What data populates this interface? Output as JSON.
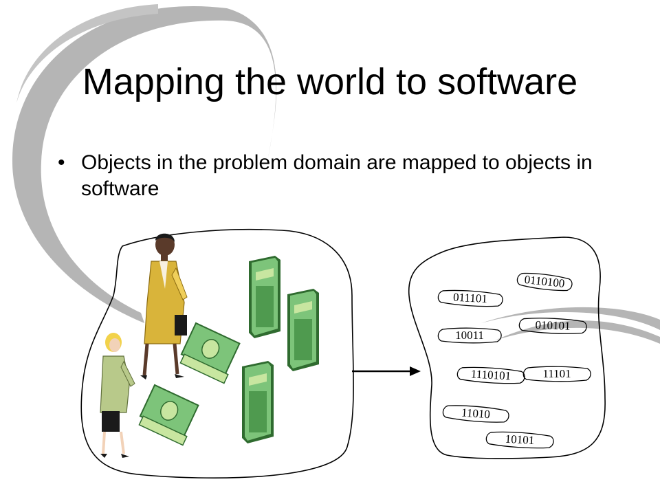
{
  "slide": {
    "title": "Mapping the world to software",
    "bullets": [
      "Objects in the problem domain are mapped to objects in software"
    ],
    "bullet_glyph": "•"
  },
  "diagram": {
    "software_objects": [
      {
        "label": "0110100"
      },
      {
        "label": "011101"
      },
      {
        "label": "010101"
      },
      {
        "label": "10011"
      },
      {
        "label": "1110101"
      },
      {
        "label": "11101"
      },
      {
        "label": "11010"
      },
      {
        "label": "10101"
      }
    ],
    "colors": {
      "swoosh": "#b0b0b0",
      "money": "#7dc47a",
      "money_dark": "#2f6b2f",
      "money_light": "#c8e6a0",
      "woman_suit": "#d9b43a",
      "woman_suit_light": "#f0cf5a",
      "blonde_suit": "#b8c98a",
      "blonde_hair": "#f2d24a",
      "skin_dark": "#5a3a2a",
      "skin_light": "#f2d2b8"
    },
    "icons": {
      "woman_left": "businesswoman-icon",
      "woman_right": "businesswoman-icon",
      "arrow": "right-arrow-icon"
    }
  }
}
